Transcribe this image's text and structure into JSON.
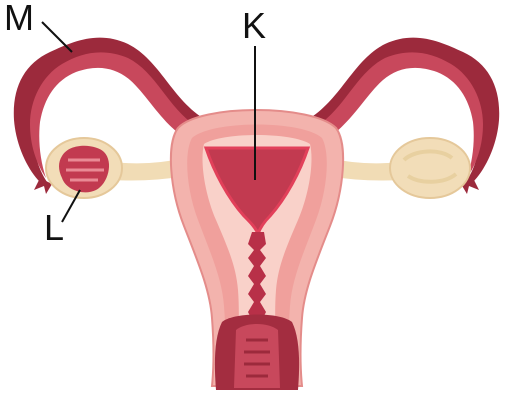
{
  "labels": {
    "m": "M",
    "k": "K",
    "l": "L"
  },
  "colors": {
    "tube_dark": "#9c2a3c",
    "tube_mid": "#c8485c",
    "tube_light": "#e98a95",
    "uterus_outer": "#f3b3ad",
    "uterus_mid": "#f0a09c",
    "uterus_inner": "#f9d1c9",
    "cavity": "#c23a50",
    "cavity_rim": "#e2405a",
    "ligament": "#f1dcb5",
    "ovary": "#f2ddb8",
    "follicle": "#c23a50",
    "line": "#111111"
  }
}
